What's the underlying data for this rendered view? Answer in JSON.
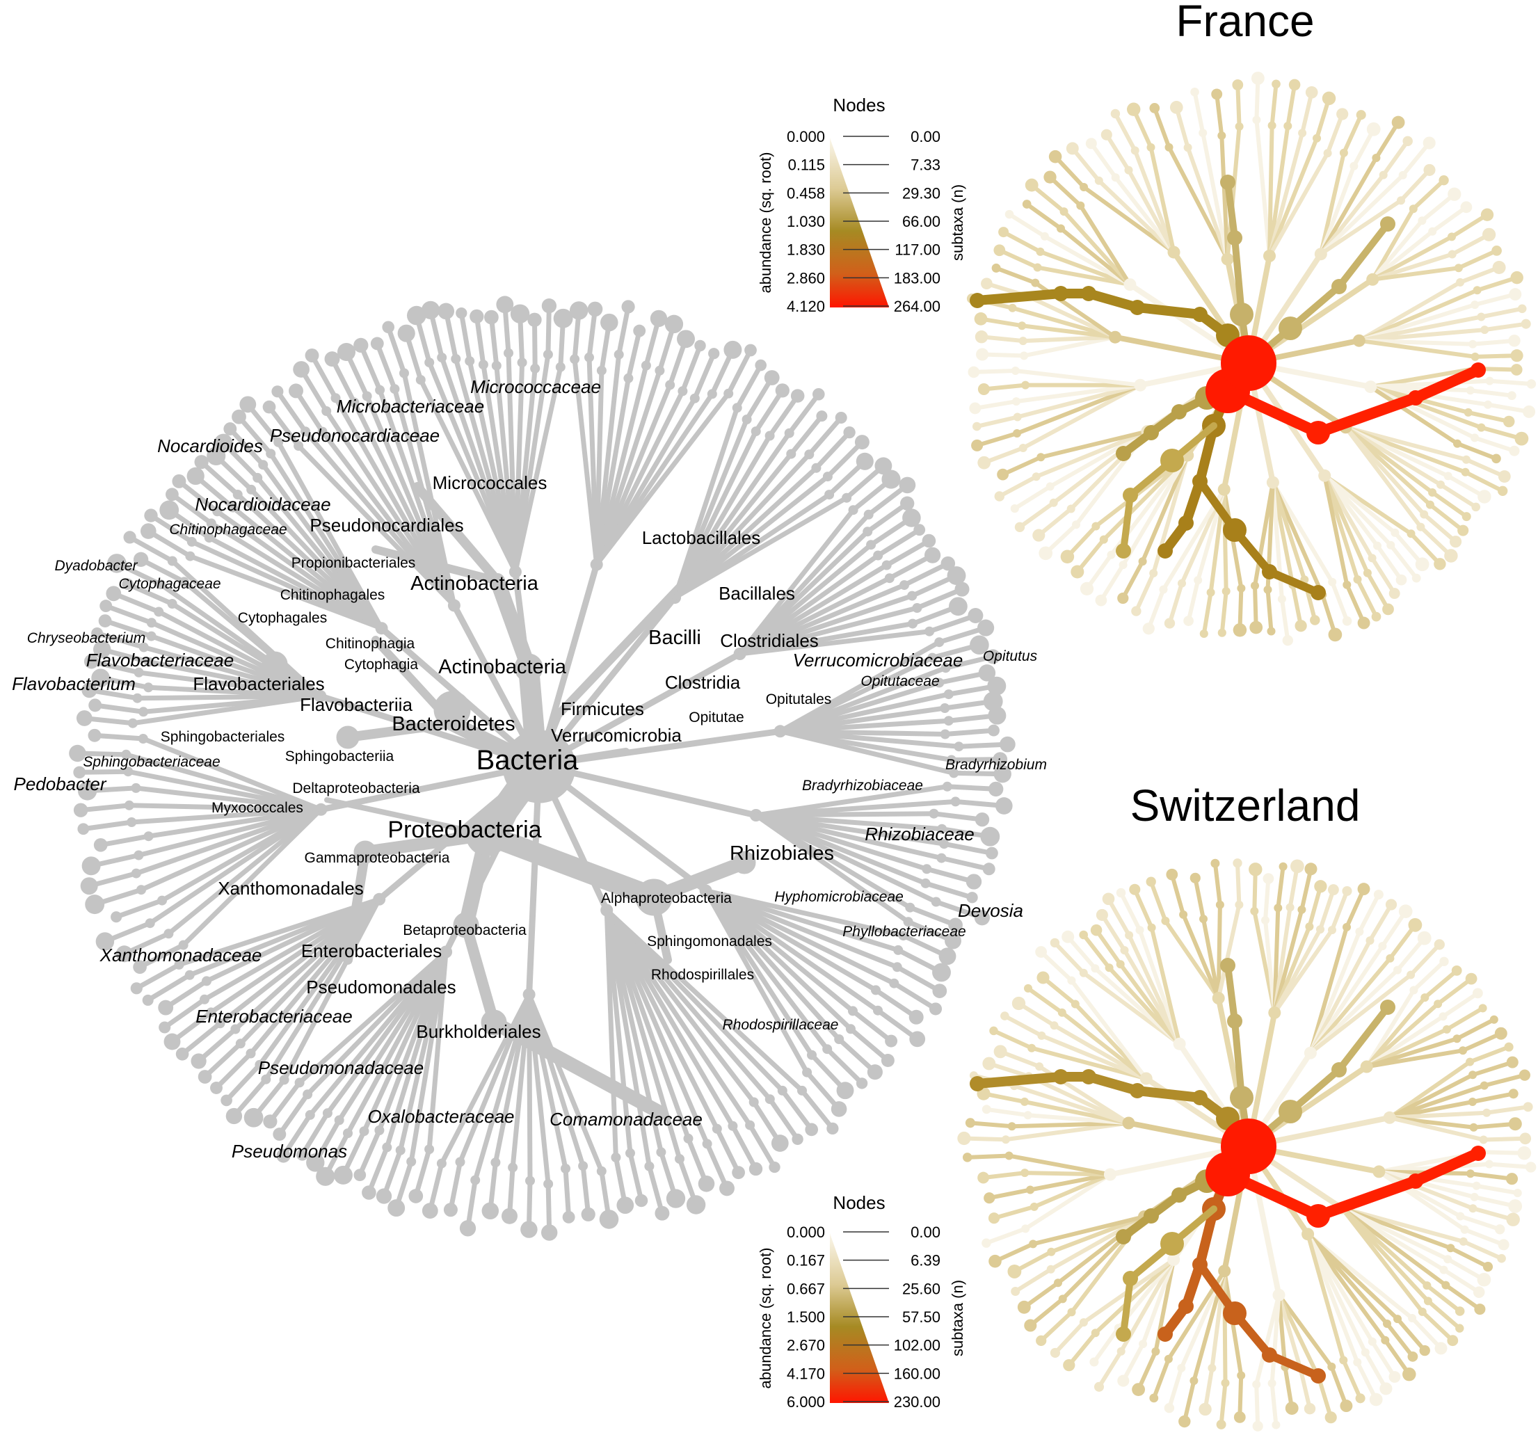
{
  "main_tree": {
    "root": "Bacteria",
    "branch_color": "#c4c4c4",
    "labels": [
      {
        "id": "lbl-bacteria",
        "text": "Bacteria",
        "italic": false,
        "size": "xl"
      },
      {
        "id": "lbl-proteobacteria",
        "text": "Proteobacteria",
        "italic": false,
        "size": "l"
      },
      {
        "id": "lbl-actinobacteria-phylum",
        "text": "Actinobacteria",
        "italic": false,
        "size": "m"
      },
      {
        "id": "lbl-actinobacteria-class",
        "text": "Actinobacteria",
        "italic": false,
        "size": "m"
      },
      {
        "id": "lbl-bacteroidetes",
        "text": "Bacteroidetes",
        "italic": false,
        "size": "m"
      },
      {
        "id": "lbl-firmicutes",
        "text": "Firmicutes",
        "italic": false,
        "size": "s"
      },
      {
        "id": "lbl-verrucomicrobia",
        "text": "Verrucomicrobia",
        "italic": false,
        "size": "s"
      },
      {
        "id": "lbl-micrococcaceae",
        "text": "Micrococcaceae",
        "italic": true,
        "size": "s"
      },
      {
        "id": "lbl-microbacteriaceae",
        "text": "Microbacteriaceae",
        "italic": true,
        "size": "s"
      },
      {
        "id": "lbl-pseudonocardiaceae",
        "text": "Pseudonocardiaceae",
        "italic": true,
        "size": "s"
      },
      {
        "id": "lbl-nocardioides",
        "text": "Nocardioides",
        "italic": true,
        "size": "s"
      },
      {
        "id": "lbl-micrococcales",
        "text": "Micrococcales",
        "italic": false,
        "size": "s"
      },
      {
        "id": "lbl-nocardioidaceae",
        "text": "Nocardioidaceae",
        "italic": true,
        "size": "s"
      },
      {
        "id": "lbl-chitinophagaceae",
        "text": "Chitinophagaceae",
        "italic": true,
        "size": "xs"
      },
      {
        "id": "lbl-pseudonocardiales",
        "text": "Pseudonocardiales",
        "italic": false,
        "size": "s"
      },
      {
        "id": "lbl-dyadobacter",
        "text": "Dyadobacter",
        "italic": true,
        "size": "xs"
      },
      {
        "id": "lbl-propionibacteriales",
        "text": "Propionibacteriales",
        "italic": false,
        "size": "xs"
      },
      {
        "id": "lbl-cytophagaceae",
        "text": "Cytophagaceae",
        "italic": true,
        "size": "xs"
      },
      {
        "id": "lbl-chitinophagales",
        "text": "Chitinophagales",
        "italic": false,
        "size": "xs"
      },
      {
        "id": "lbl-lactobacillales",
        "text": "Lactobacillales",
        "italic": false,
        "size": "s"
      },
      {
        "id": "lbl-cytophagales",
        "text": "Cytophagales",
        "italic": false,
        "size": "xs"
      },
      {
        "id": "lbl-bacillales",
        "text": "Bacillales",
        "italic": false,
        "size": "s"
      },
      {
        "id": "lbl-chryseobacterium",
        "text": "Chryseobacterium",
        "italic": true,
        "size": "xs"
      },
      {
        "id": "lbl-chitinophagia",
        "text": "Chitinophagia",
        "italic": false,
        "size": "xs"
      },
      {
        "id": "lbl-bacilli",
        "text": "Bacilli",
        "italic": false,
        "size": "m"
      },
      {
        "id": "lbl-clostridiales",
        "text": "Clostridiales",
        "italic": false,
        "size": "s"
      },
      {
        "id": "lbl-flavobacteriaceae",
        "text": "Flavobacteriaceae",
        "italic": true,
        "size": "s"
      },
      {
        "id": "lbl-cytophagia",
        "text": "Cytophagia",
        "italic": false,
        "size": "xs"
      },
      {
        "id": "lbl-verrucomicrobiaceae",
        "text": "Verrucomicrobiaceae",
        "italic": true,
        "size": "s"
      },
      {
        "id": "lbl-opitutus",
        "text": "Opitutus",
        "italic": true,
        "size": "xs"
      },
      {
        "id": "lbl-flavobacterium",
        "text": "Flavobacterium",
        "italic": true,
        "size": "s"
      },
      {
        "id": "lbl-flavobacteriales",
        "text": "Flavobacteriales",
        "italic": false,
        "size": "s"
      },
      {
        "id": "lbl-clostridia",
        "text": "Clostridia",
        "italic": false,
        "size": "s"
      },
      {
        "id": "lbl-opitutaceae",
        "text": "Opitutaceae",
        "italic": true,
        "size": "xs"
      },
      {
        "id": "lbl-flavobacteriia",
        "text": "Flavobacteriia",
        "italic": false,
        "size": "s"
      },
      {
        "id": "lbl-opitutales",
        "text": "Opitutales",
        "italic": false,
        "size": "xs"
      },
      {
        "id": "lbl-opitutae",
        "text": "Opitutae",
        "italic": false,
        "size": "xs"
      },
      {
        "id": "lbl-sphingobacteriales",
        "text": "Sphingobacteriales",
        "italic": false,
        "size": "xs"
      },
      {
        "id": "lbl-bradyrhizobium",
        "text": "Bradyrhizobium",
        "italic": true,
        "size": "xs"
      },
      {
        "id": "lbl-sphingobacteriaceae",
        "text": "Sphingobacteriaceae",
        "italic": true,
        "size": "xs"
      },
      {
        "id": "lbl-sphingobacteriia",
        "text": "Sphingobacteriia",
        "italic": false,
        "size": "xs"
      },
      {
        "id": "lbl-pedobacter",
        "text": "Pedobacter",
        "italic": true,
        "size": "s"
      },
      {
        "id": "lbl-bradyrhizobiaceae",
        "text": "Bradyrhizobiaceae",
        "italic": true,
        "size": "xs"
      },
      {
        "id": "lbl-deltaproteobacteria",
        "text": "Deltaproteobacteria",
        "italic": false,
        "size": "xs"
      },
      {
        "id": "lbl-myxococcales",
        "text": "Myxococcales",
        "italic": false,
        "size": "xs"
      },
      {
        "id": "lbl-rhizobiaceae",
        "text": "Rhizobiaceae",
        "italic": true,
        "size": "s"
      },
      {
        "id": "lbl-gammaproteobacteria",
        "text": "Gammaproteobacteria",
        "italic": false,
        "size": "xs"
      },
      {
        "id": "lbl-rhizobiales",
        "text": "Rhizobiales",
        "italic": false,
        "size": "m"
      },
      {
        "id": "lbl-xanthomonadales",
        "text": "Xanthomonadales",
        "italic": false,
        "size": "s"
      },
      {
        "id": "lbl-alphaproteobacteria",
        "text": "Alphaproteobacteria",
        "italic": false,
        "size": "xs"
      },
      {
        "id": "lbl-hyphomicrobiaceae",
        "text": "Hyphomicrobiaceae",
        "italic": true,
        "size": "xs"
      },
      {
        "id": "lbl-devosia",
        "text": "Devosia",
        "italic": true,
        "size": "s"
      },
      {
        "id": "lbl-betaproteobacteria",
        "text": "Betaproteobacteria",
        "italic": false,
        "size": "xs"
      },
      {
        "id": "lbl-phyllobacteriaceae",
        "text": "Phyllobacteriaceae",
        "italic": true,
        "size": "xs"
      },
      {
        "id": "lbl-xanthomonadaceae",
        "text": "Xanthomonadaceae",
        "italic": true,
        "size": "s"
      },
      {
        "id": "lbl-enterobacteriales",
        "text": "Enterobacteriales",
        "italic": false,
        "size": "s"
      },
      {
        "id": "lbl-sphingomonadales",
        "text": "Sphingomonadales",
        "italic": false,
        "size": "xs"
      },
      {
        "id": "lbl-rhodospirillales",
        "text": "Rhodospirillales",
        "italic": false,
        "size": "xs"
      },
      {
        "id": "lbl-pseudomonadales",
        "text": "Pseudomonadales",
        "italic": false,
        "size": "s"
      },
      {
        "id": "lbl-enterobacteriaceae",
        "text": "Enterobacteriaceae",
        "italic": true,
        "size": "s"
      },
      {
        "id": "lbl-burkholderiales",
        "text": "Burkholderiales",
        "italic": false,
        "size": "s"
      },
      {
        "id": "lbl-rhodospirillaceae",
        "text": "Rhodospirillaceae",
        "italic": true,
        "size": "xs"
      },
      {
        "id": "lbl-pseudomonadaceae",
        "text": "Pseudomonadaceae",
        "italic": true,
        "size": "s"
      },
      {
        "id": "lbl-oxalobacteraceae",
        "text": "Oxalobacteraceae",
        "italic": true,
        "size": "s"
      },
      {
        "id": "lbl-comamonadaceae",
        "text": "Comamonadaceae",
        "italic": true,
        "size": "s"
      },
      {
        "id": "lbl-pseudomonas",
        "text": "Pseudomonas",
        "italic": true,
        "size": "s"
      }
    ]
  },
  "panels": [
    {
      "id": "france",
      "title": "France",
      "legend": {
        "title": "Nodes",
        "left_axis_label": "abundance (sq. root)",
        "right_axis_label": "subtaxa (n)",
        "left_ticks": [
          "0.000",
          "0.115",
          "0.458",
          "1.030",
          "1.830",
          "2.860",
          "4.120"
        ],
        "right_ticks": [
          "0.00",
          "7.33",
          "29.30",
          "66.00",
          "117.00",
          "183.00",
          "264.00"
        ]
      }
    },
    {
      "id": "switzerland",
      "title": "Switzerland",
      "legend": {
        "title": "Nodes",
        "left_axis_label": "abundance (sq. root)",
        "right_axis_label": "subtaxa (n)",
        "left_ticks": [
          "0.000",
          "0.167",
          "0.667",
          "1.500",
          "2.670",
          "4.170",
          "6.000"
        ],
        "right_ticks": [
          "0.00",
          "6.39",
          "25.60",
          "57.50",
          "102.00",
          "160.00",
          "230.00"
        ]
      }
    }
  ],
  "color_scale": [
    "#f7f2e4",
    "#d8c890",
    "#b39a3c",
    "#c7661c",
    "#ff1a00"
  ]
}
